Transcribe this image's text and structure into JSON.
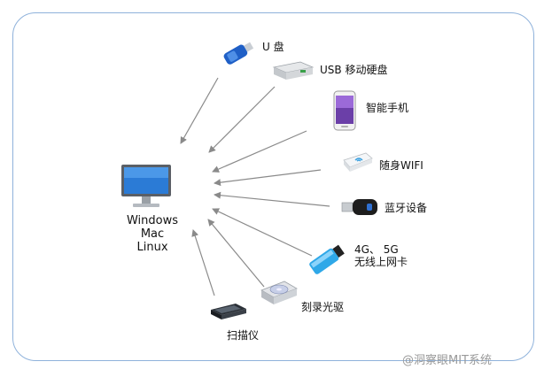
{
  "computer": {
    "os_lines": [
      "Windows",
      "Mac",
      "Linux"
    ]
  },
  "devices": [
    {
      "label": "U 盘",
      "icon": "usb-flash-drive-icon"
    },
    {
      "label": "USB 移动硬盘",
      "icon": "external-hard-drive-icon"
    },
    {
      "label": "智能手机",
      "icon": "smartphone-icon"
    },
    {
      "label": "随身WIFI",
      "icon": "portable-wifi-icon"
    },
    {
      "label": "蓝牙设备",
      "icon": "bluetooth-adapter-icon"
    },
    {
      "label_line1": "4G、 5G",
      "label_line2": "无线上网卡",
      "icon": "wireless-modem-icon"
    },
    {
      "label": "刻录光驱",
      "icon": "optical-drive-icon"
    },
    {
      "label": "扫描仪",
      "icon": "scanner-icon"
    }
  ],
  "watermark": "@洞察眼MIT系统",
  "colors": {
    "frame": "#8fb2db",
    "arrow": "#8a8a8a",
    "accent": "#2f6fd0"
  }
}
